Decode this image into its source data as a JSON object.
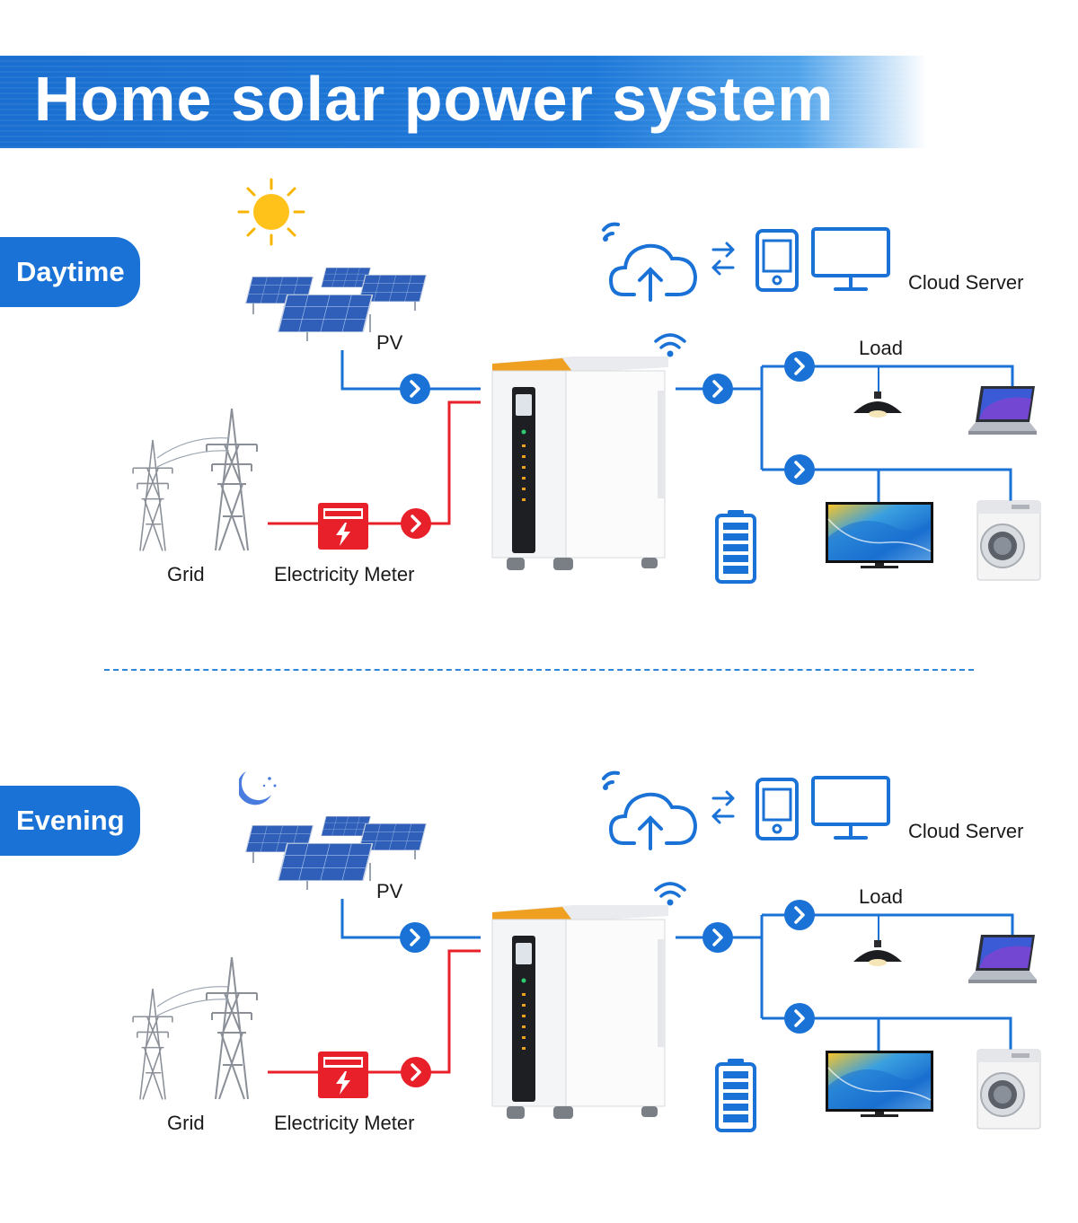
{
  "header": {
    "title": "Home solar power system"
  },
  "colors": {
    "accent_blue": "#1a72d6",
    "grid_red": "#e8202a",
    "unit_orange": "#f0a020"
  },
  "scenes": [
    {
      "tab_label": "Daytime",
      "time_icon": "sun-icon",
      "labels": {
        "pv": "PV",
        "grid": "Grid",
        "meter": "Electricity Meter",
        "load": "Load",
        "cloud": "Cloud Server"
      }
    },
    {
      "tab_label": "Evening",
      "time_icon": "moon-icon",
      "labels": {
        "pv": "PV",
        "grid": "Grid",
        "meter": "Electricity Meter",
        "load": "Load",
        "cloud": "Cloud Server"
      }
    }
  ]
}
